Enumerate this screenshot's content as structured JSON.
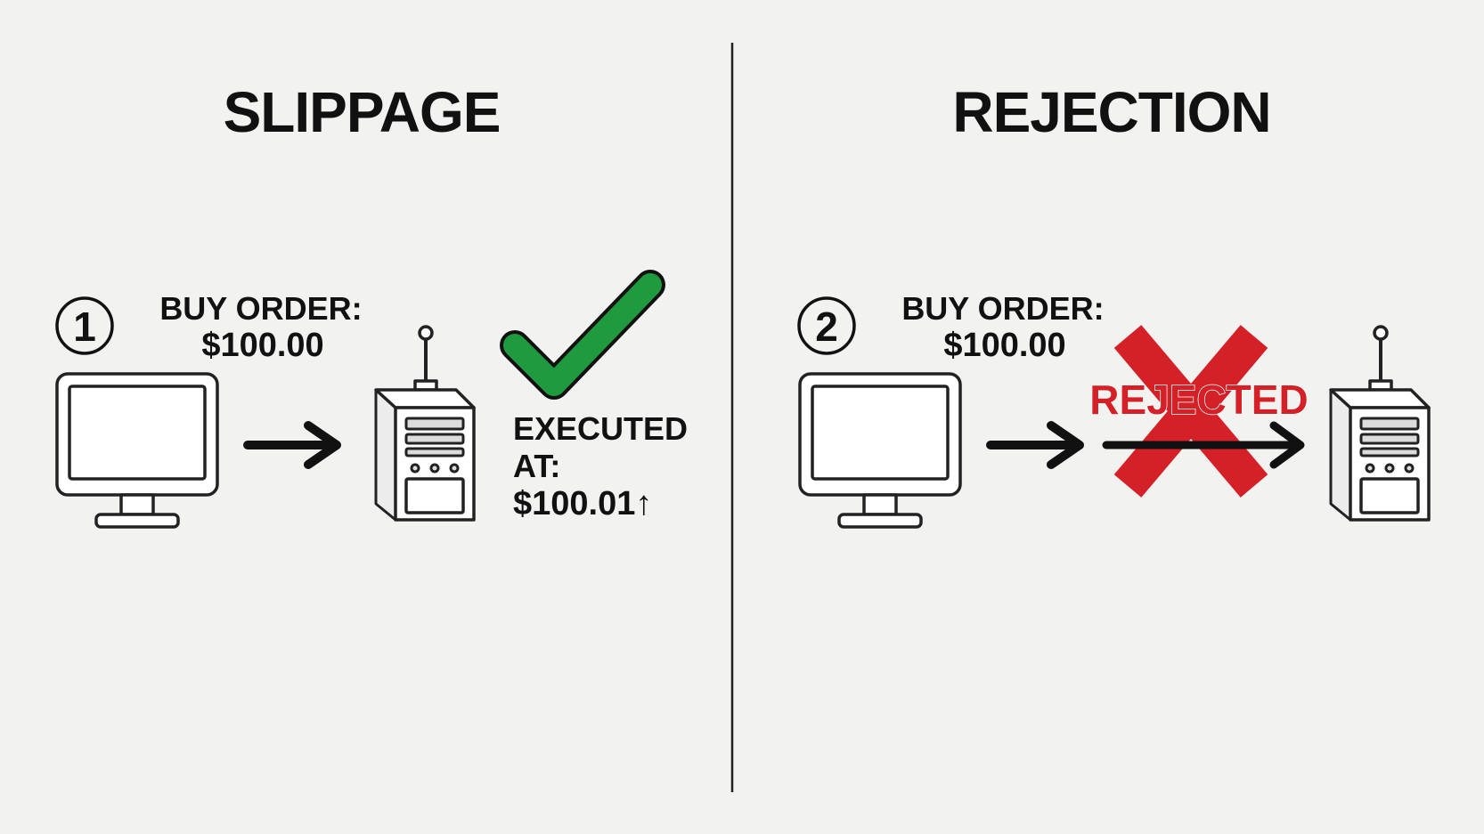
{
  "panels": [
    {
      "title": "SLIPPAGE",
      "step_number": "1",
      "order_label": "BUY ORDER:",
      "order_price": "$100.00",
      "result_line1": "EXECUTED",
      "result_line2": "AT:",
      "result_price": "$100.01↑",
      "result_icon": "check-icon"
    },
    {
      "title": "REJECTION",
      "step_number": "2",
      "order_label": "BUY ORDER:",
      "order_price": "$100.00",
      "rejected_label": "REJECTED",
      "result_icon": "x-icon"
    }
  ],
  "colors": {
    "check_green": "#1f9a3e",
    "reject_red": "#d42027",
    "background": "#f2f2f0",
    "ink": "#111111"
  }
}
